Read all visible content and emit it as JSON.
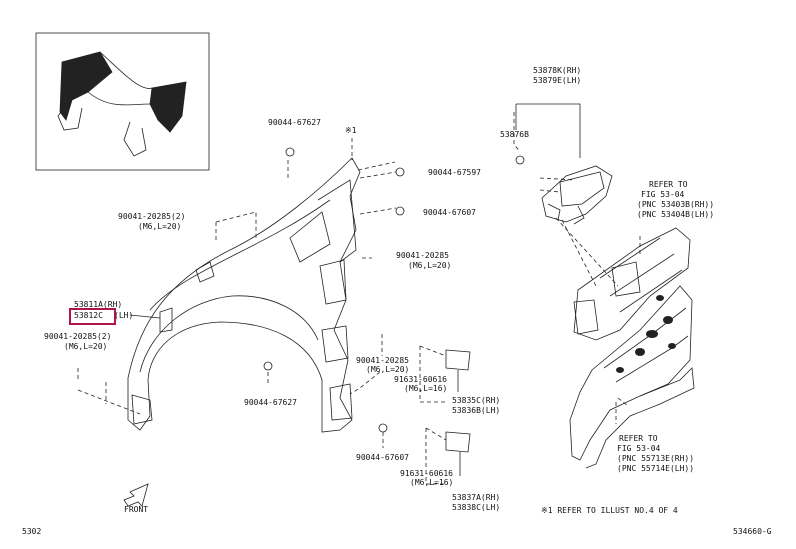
{
  "diagram": {
    "highlight_color": "#b0154a",
    "line_color": "#222222",
    "part_labels": {
      "p90044_67627_top": "90044-67627",
      "p90044_67597": "90044-67597",
      "p90044_67607_top": "90044-67607",
      "p90041_20285_a": "90041-20285(2)",
      "p90041_20285_a_sub": "(M6,L=20)",
      "p90041_20285_b": "90041-20285",
      "p90041_20285_b_sub": "(M6,L=20)",
      "p53811": "53811A(RH)",
      "p53812": "53812C",
      "p53812_suffix": "(LH)",
      "p90041_20285_c": "90041-20285(2)",
      "p90041_20285_c_sub": "(M6,L=20)",
      "p90041_20285_d": "90041-20285",
      "p90041_20285_d_sub": "(M6,L=20)",
      "p91631_60616_a": "91631-60616",
      "p91631_60616_a_sub": "(M6,L=16)",
      "p90044_67627_bottom": "90044-67627",
      "p53835": "53835C(RH)",
      "p53836": "53836B(LH)",
      "p90044_67607_bottom": "90044-67607",
      "p91631_60616_b": "91631-60616",
      "p91631_60616_b_sub": "(M6,L=16)",
      "p53837": "53837A(RH)",
      "p53838": "53838C(LH)",
      "p53878": "53878K(RH)",
      "p53879": "53879E(LH)",
      "p53876": "53876B",
      "ref1_a": "REFER TO",
      "ref1_b": "FIG 53-04",
      "ref1_c": "(PNC 53403B(RH))",
      "ref1_d": "(PNC 53404B(LH))",
      "ref2_a": "REFER TO",
      "ref2_b": "FIG 53-04",
      "ref2_c": "(PNC 55713E(RH))",
      "ref2_d": "(PNC 55714E(LH))",
      "marker": "※1",
      "front": "FRONT"
    },
    "footnote": "※1 REFER TO ILLUST NO.4 OF 4",
    "page_code": "5302",
    "figure_code": "534660-G"
  }
}
